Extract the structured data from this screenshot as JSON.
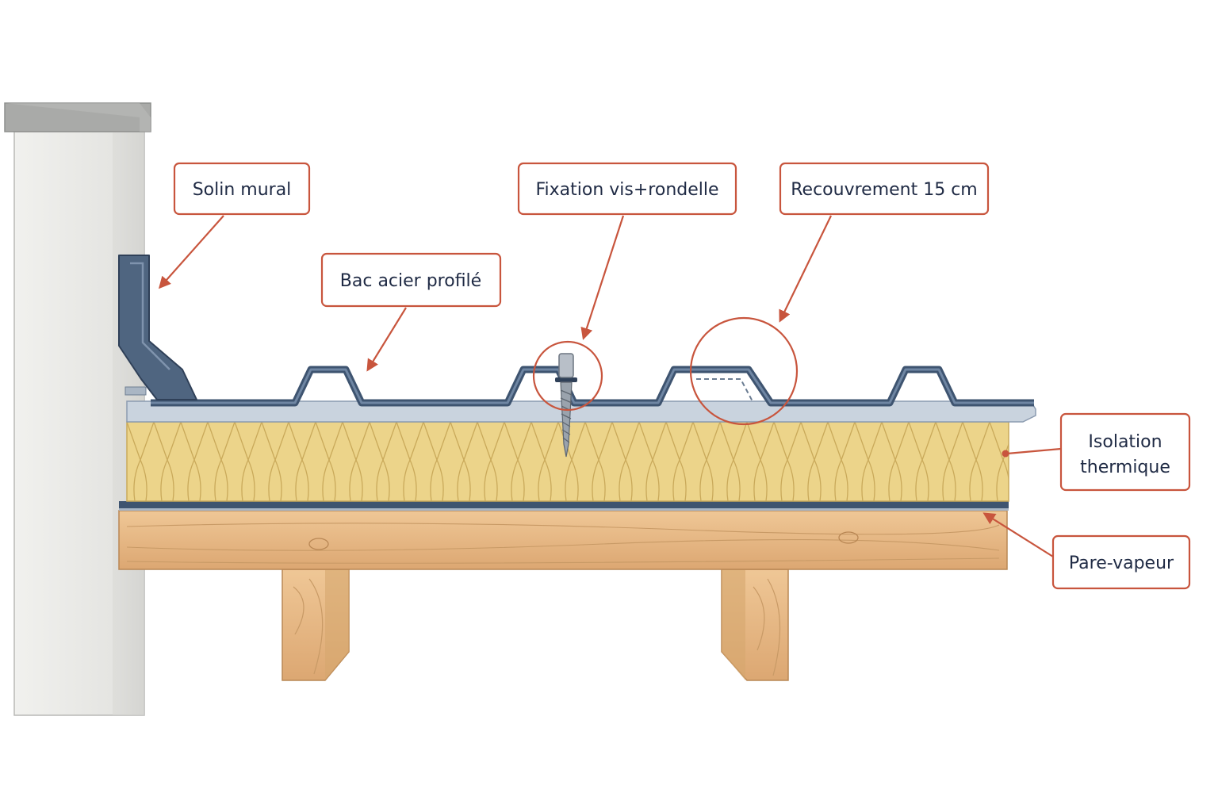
{
  "labels": {
    "solin": "Solin mural",
    "bac": "Bac acier profilé",
    "fixation": "Fixation vis+rondelle",
    "recouvrement": "Recouvrement 15 cm",
    "isolation_line1": "Isolation",
    "isolation_line2": "thermique",
    "pare_vapeur": "Pare-vapeur"
  },
  "colors": {
    "callout_border": "#c8553d",
    "callout_text": "#1f2a44",
    "steel": "#4f6580",
    "steel_light": "#c9d3de",
    "insulation": "#ecd48a",
    "insulation_line": "#c9a95a",
    "wood": "#e6b883",
    "wall": "#ebebe8",
    "wall_cap": "#a9aaa8"
  }
}
